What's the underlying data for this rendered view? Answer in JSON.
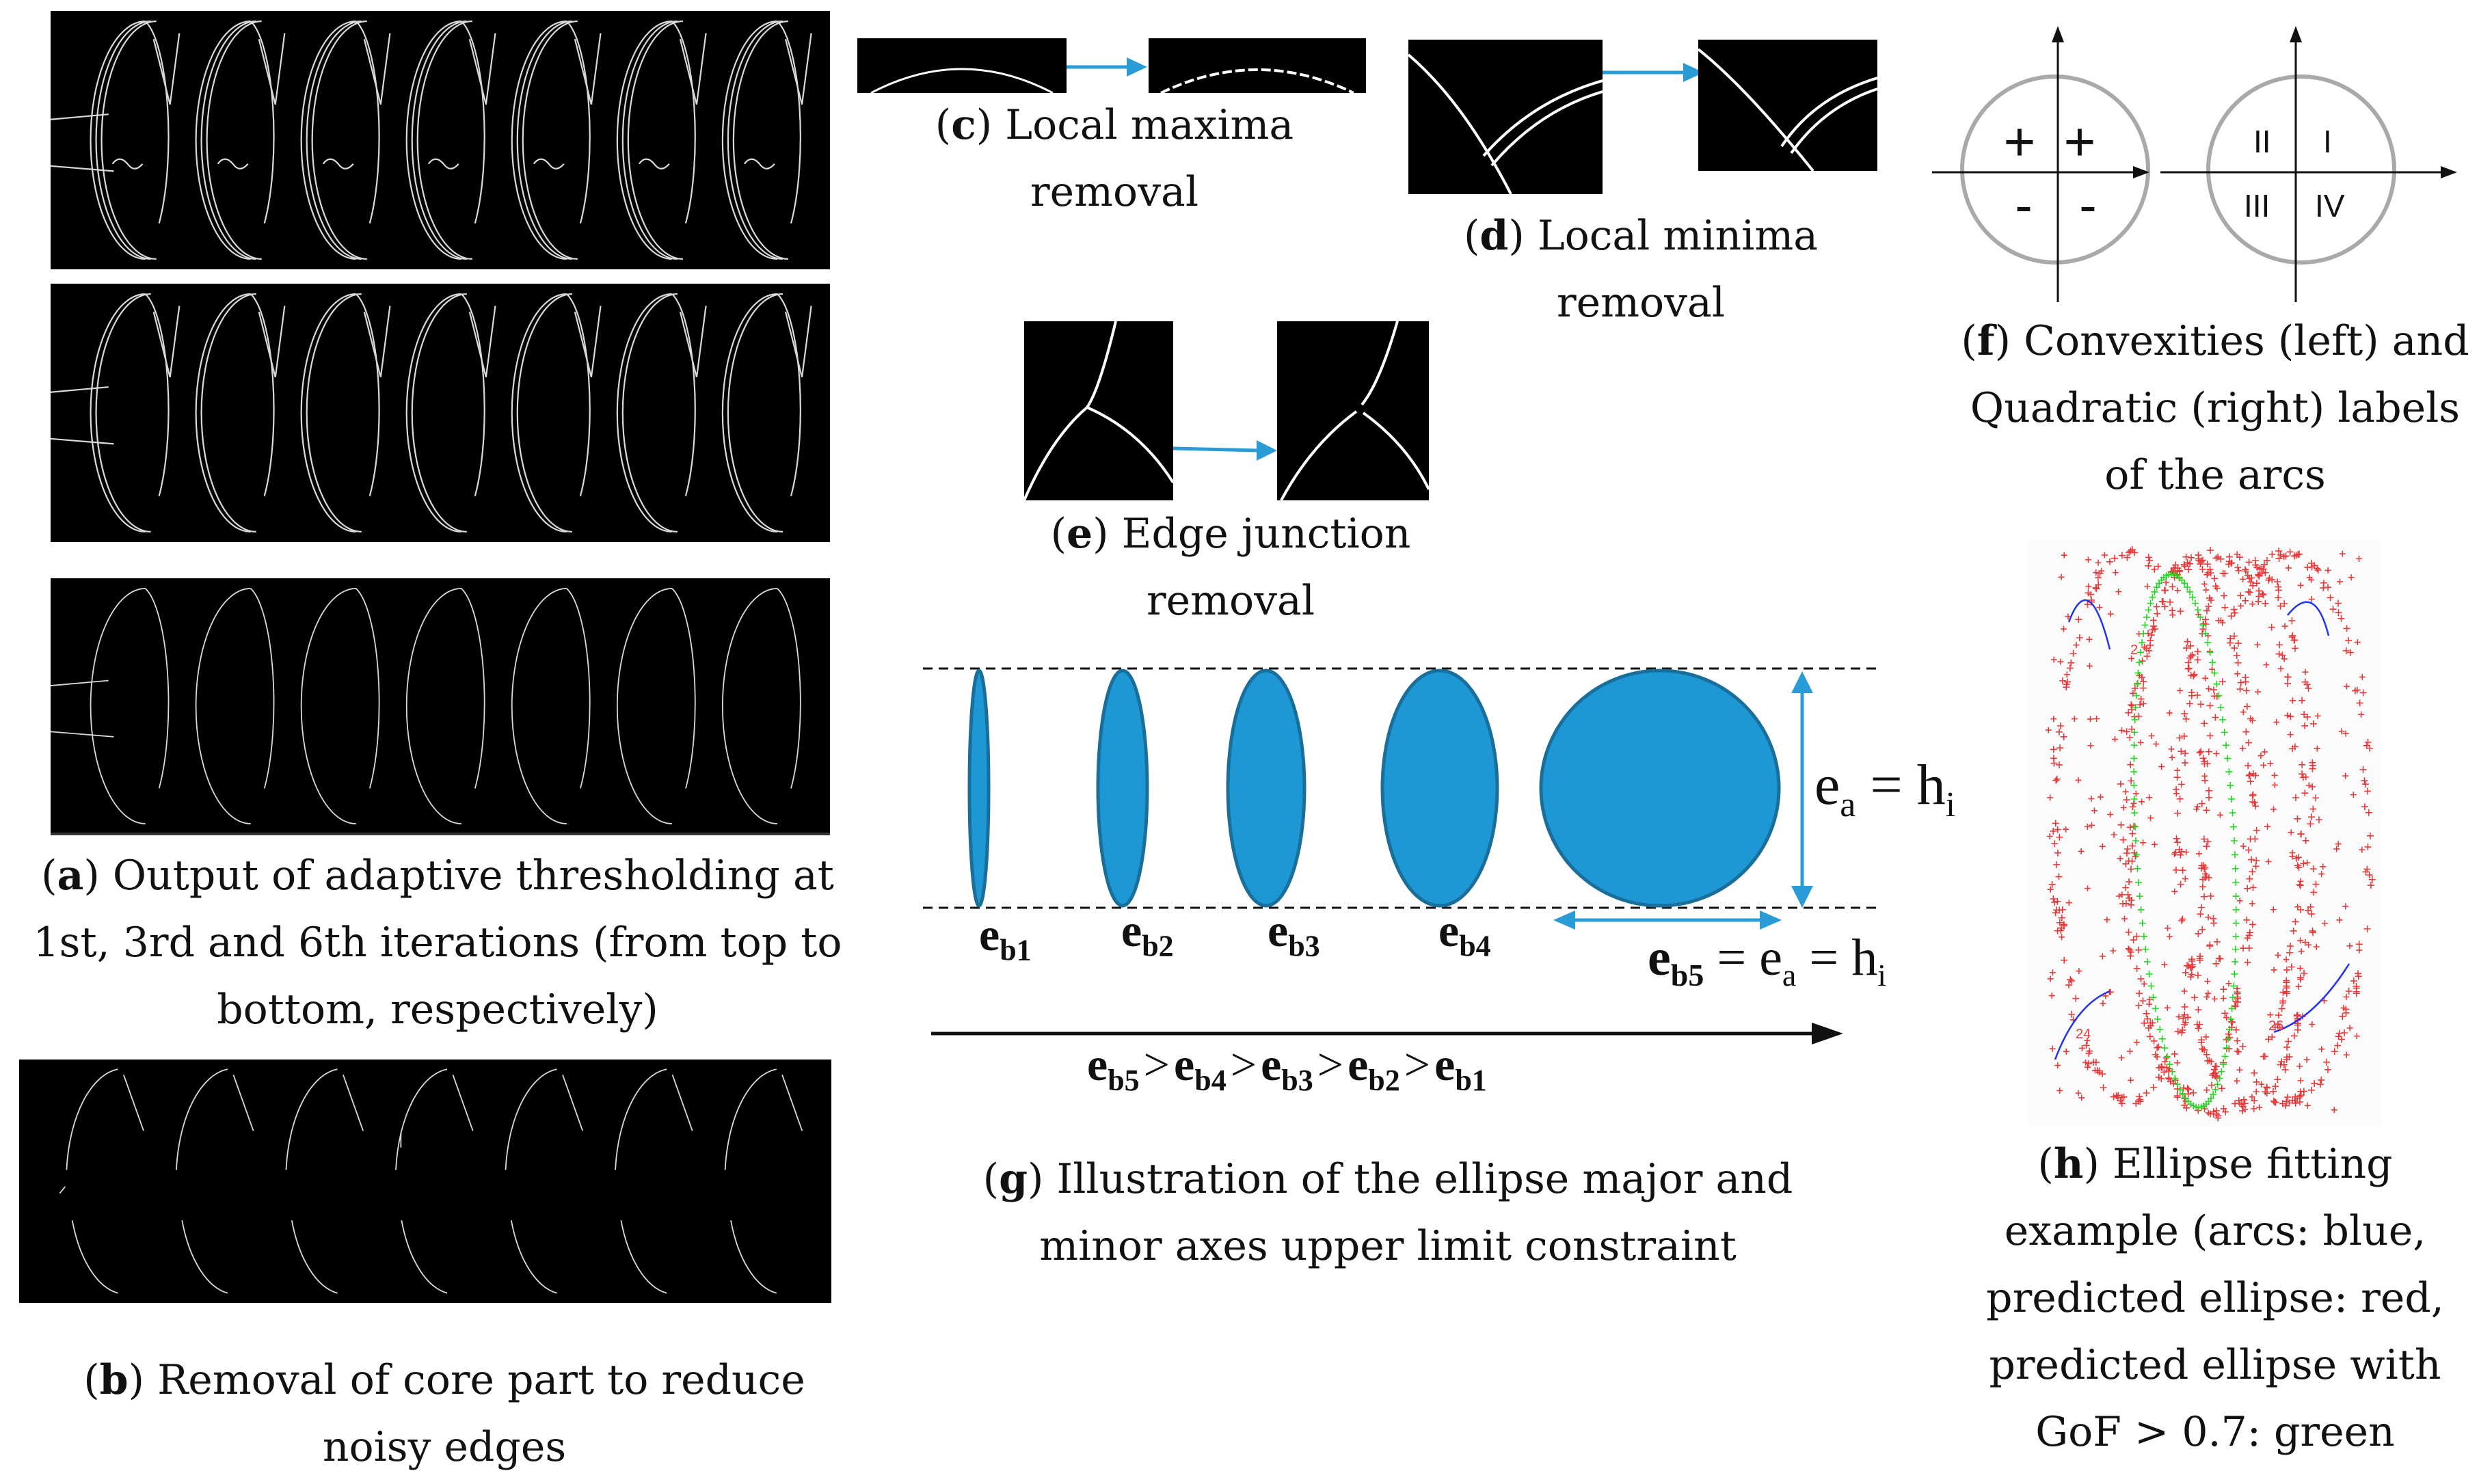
{
  "captions": {
    "a": {
      "letter": "a",
      "text": "Output of adaptive thresholding at 1st, 3rd and 6th iterations (from top to bottom, respectively)"
    },
    "b": {
      "letter": "b",
      "text": "Removal of core part to reduce noisy edges"
    },
    "c": {
      "letter": "c",
      "text": "Local maxima removal"
    },
    "d": {
      "letter": "d",
      "text": "Local minima removal"
    },
    "e": {
      "letter": "e",
      "text": "Edge junction removal"
    },
    "f": {
      "letter": "f",
      "text": "Convexities (left) and Quadratic (right) labels of the arcs"
    },
    "g": {
      "letter": "g",
      "text": "Illustration of the ellipse major and minor axes upper limit constraint"
    },
    "h": {
      "letter": "h",
      "text": "Ellipse fitting example (arcs: blue, predicted ellipse: red, predicted ellipse with GoF > 0.7: green"
    }
  },
  "convexity": {
    "q1": "+",
    "q2": "+",
    "q3": "-",
    "q4": "-"
  },
  "quadrants": {
    "q1": "I",
    "q2": "II",
    "q3": "III",
    "q4": "IV"
  },
  "axes_diagram": {
    "labels": [
      {
        "base": "e",
        "sub": "b1"
      },
      {
        "base": "e",
        "sub": "b2"
      },
      {
        "base": "e",
        "sub": "b3"
      },
      {
        "base": "e",
        "sub": "b4"
      }
    ],
    "eb5_eq": {
      "base": "e",
      "sub": "b5",
      "rest1": " = e",
      "sub2": "a",
      "rest2": " = h",
      "sub3": "i"
    },
    "ea_eq": {
      "base": "e",
      "sub": "a",
      "rest": " = h",
      "sub2": "i"
    },
    "order": [
      {
        "sub": "b5",
        "sep": ">"
      },
      {
        "sub": "b4",
        "sep": ">"
      },
      {
        "sub": "b3",
        "sep": ">"
      },
      {
        "sub": "b2",
        "sep": ">"
      },
      {
        "sub": "b1",
        "sep": ""
      }
    ]
  },
  "fitting_markers": [
    "2",
    "24",
    "26"
  ],
  "colors": {
    "arrow_blue": "#2b9bd6",
    "ellipse_fill": "#1e98d4",
    "ellipse_stroke": "#1a6e9a",
    "red_points": "#e83a3a",
    "green_points": "#22d622",
    "arc_blue": "#2233ee"
  }
}
